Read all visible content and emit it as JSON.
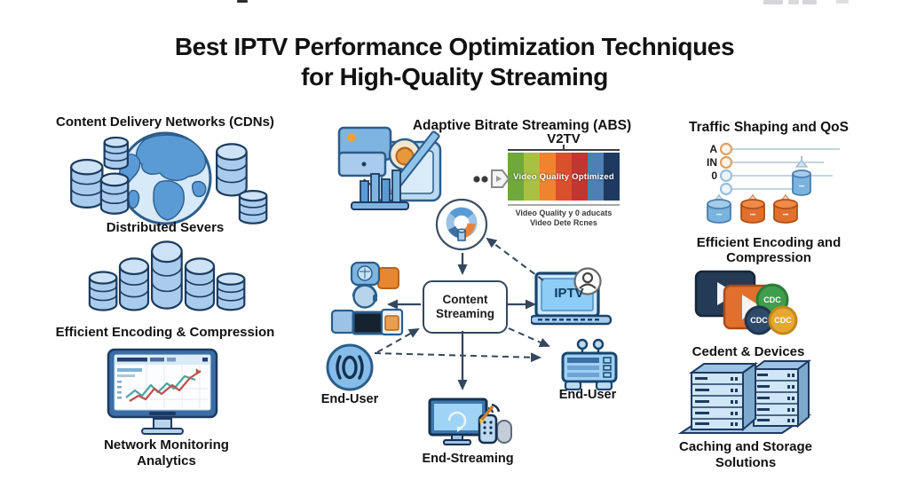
{
  "title": {
    "line1": "Best IPTV Performance Optimization Techniques",
    "line2": "for High-Quality Streaming"
  },
  "left_column": {
    "cdn_heading": "Content Delivery Networks (CDNs)",
    "distributed_servers_label": "Distributed Severs",
    "encoding_heading": "Efficient Encoding & Compression",
    "monitoring_label_line1": "Network Monitoring",
    "monitoring_label_line2": "Analytics"
  },
  "center": {
    "abs_heading": "Adaptive Bitrate Streaming (ABS)",
    "v2tv_label": "V2TV",
    "quality_bar": {
      "overlay_text": "Video Quality Optimized",
      "caption_line1": "Video Quality y 0 aducats",
      "caption_line2": "Video Dete Rcnes",
      "segment_colors": [
        "#6fa83b",
        "#a9c143",
        "#ef8430",
        "#d9502c",
        "#c13630",
        "#4e7fb5",
        "#1f3a60"
      ]
    },
    "content_box_line1": "Content",
    "content_box_line2": "Streaming",
    "iptv_screen_label": "IPTV",
    "end_user_left_label": "End-User",
    "end_user_right_label": "End-User",
    "end_streaming_label": "End-Streaming"
  },
  "right_column": {
    "traffic_heading": "Traffic Shaping and QoS",
    "queue_row_labels": [
      "A",
      "IN",
      "0"
    ],
    "encoding_heading_line1": "Efficient Encoding and",
    "encoding_heading_line2": "Compression",
    "cdc_badges": [
      "CDC",
      "CDC",
      "CDC"
    ],
    "devices_heading": "Cedent & Devices",
    "caching_heading_line1": "Caching and Storage",
    "caching_heading_line2": "Solutions"
  },
  "icon_names": [
    "globe-with-server-cylinders-icon",
    "server-stack-pyramid-icon",
    "analytics-monitor-icon",
    "abs-device-collage-icon",
    "double-dot-icon",
    "chevron-tag-icon",
    "donut-chart-circle-icon",
    "end-user-devices-icon",
    "end-user-id-circle-icon",
    "iptv-laptop-icon",
    "user-badge-icon",
    "router-end-user-icon",
    "tv-remote-streaming-icon",
    "qos-funnel-queues-icon",
    "play-cdc-badges-icon",
    "server-rack-towers-icon"
  ],
  "colors": {
    "accent_blue": "#7db5e0",
    "deep_blue": "#2b5d8c",
    "navy": "#1f3a60",
    "orange": "#e8762f",
    "arrow": "#33475e"
  }
}
